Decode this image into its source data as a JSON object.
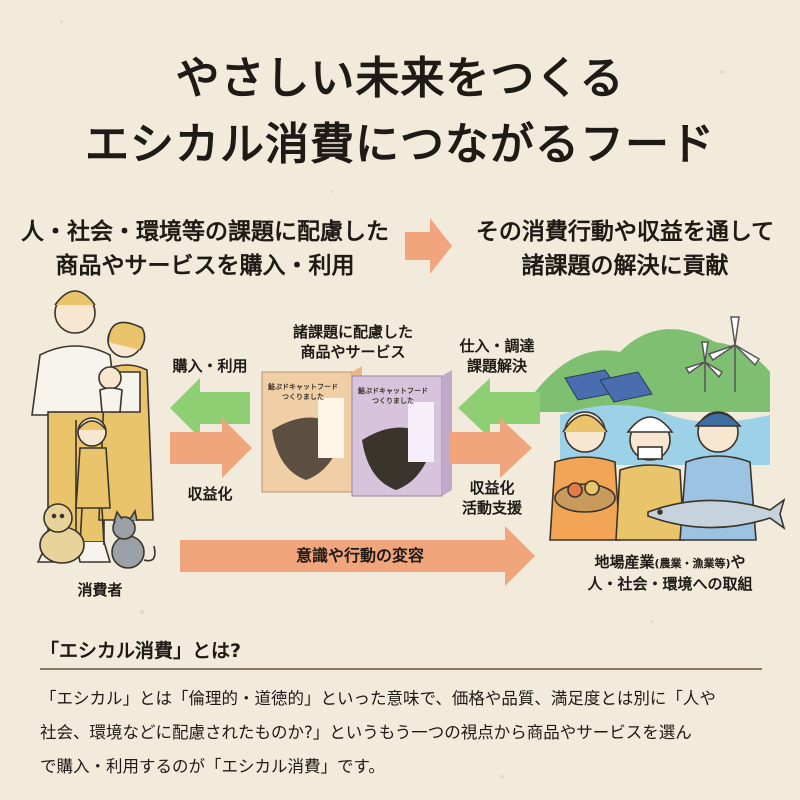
{
  "title": {
    "line1": "やさしい未来をつくる",
    "line2": "エシカル消費につながるフード"
  },
  "lead": {
    "left_line1": "人・社会・環境等の課題に配慮した",
    "left_line2": "商品やサービスを購入・利用",
    "right_line1": "その消費行動や収益を通して",
    "right_line2": "諸課題の解決に貢献"
  },
  "diagram": {
    "product_label_line1": "諸課題に配慮した",
    "product_label_line2": "商品やサービス",
    "arrow_purchase": "購入・利用",
    "arrow_revenue": "収益化",
    "arrow_supply_line1": "仕入・調達",
    "arrow_supply_line2": "課題解決",
    "arrow_support_line1": "収益化",
    "arrow_support_line2": "活動支援",
    "arrow_awareness": "意識や行動の変容",
    "consumer_label": "消費者",
    "industry_label_line1_main": "地場産業",
    "industry_label_line1_sub": "(農業・漁業等)",
    "industry_label_line1_end": "や",
    "industry_label_line2": "人・社会・環境への取組",
    "box_title_1": "鮭ぷドキャットフード",
    "box_title_1b": "つくりました",
    "box_title_2": "鮭ぷドキャットフード",
    "box_title_2b": "つくりました"
  },
  "section": {
    "heading": "「エシカル消費」とは?",
    "line1": "「エシカル」とは「倫理的・道徳的」といった意味で、価格や品質、満足度とは別に「人や",
    "line2": "社会、環境などに配慮されたものか?」というもう一つの視点から商品やサービスを選ん",
    "line3": "で購入・利用するのが「エシカル消費」です。"
  },
  "colors": {
    "background": "#f2eadb",
    "green_arrow": "#8fcf74",
    "orange_arrow": "#f0a57c",
    "hill_green": "#7fbf72",
    "sea_blue": "#9cd1e8",
    "box_peach": "#f0cfa7",
    "box_lilac": "#d8c3dd"
  }
}
